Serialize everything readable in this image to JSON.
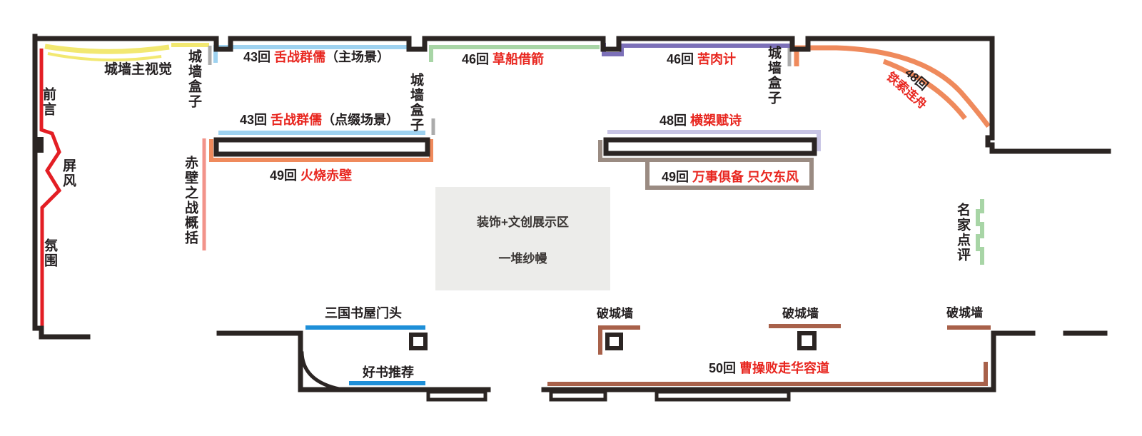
{
  "labels": {
    "wall_main_visual": "城墙主视觉",
    "wall_box": "城墙盒子",
    "foreword": "前言",
    "screen": "屏风",
    "ambience": "氛围",
    "chibi_overview": "赤壁之战概括",
    "decor_zone_line1": "装饰+文创展示区",
    "decor_zone_line2": "一堆纱幔",
    "expert_reviews": "名家点评",
    "bookshop_header": "三国书屋门头",
    "good_books": "好书推荐",
    "broken_wall": "破城墙"
  },
  "exhibits": {
    "zhang43_main": {
      "num": "43回",
      "title": "舌战群儒",
      "suffix": "（主场景）"
    },
    "zhang43_accent": {
      "num": "43回",
      "title": "舌战群儒",
      "suffix": "（点缀场景）"
    },
    "zhang46_boats": {
      "num": "46回",
      "title": "草船借箭"
    },
    "zhang46_kurou": {
      "num": "46回",
      "title": "苦肉计"
    },
    "zhang48_chains": {
      "num": "48回",
      "title": "铁索连舟"
    },
    "zhang48_poem": {
      "num": "48回",
      "title": "横槊赋诗"
    },
    "zhang49_fire": {
      "num": "49回",
      "title": "火烧赤壁"
    },
    "zhang49_wind": {
      "num": "49回",
      "title": "万事俱备 只欠东风"
    },
    "zhang50_escape": {
      "num": "50回",
      "title": "曹操败走华容道"
    }
  },
  "colors": {
    "wall": "#2B2523",
    "red_line": "#E31E24",
    "yellow": "#F2E871",
    "sky_blue": "#9ED2F0",
    "light_green": "#A8D5A6",
    "purple": "#7C70B8",
    "lavender": "#C8C4E4",
    "orange": "#EF8A5C",
    "salmon": "#F2938A",
    "bright_blue": "#1E8FD8",
    "brown": "#A8614A",
    "taupe": "#9A8B82",
    "gray_marker": "#ABABAB",
    "red_text": "#E8261F",
    "black_text": "#231F20",
    "decor_box_bg": "#ECECEA"
  }
}
